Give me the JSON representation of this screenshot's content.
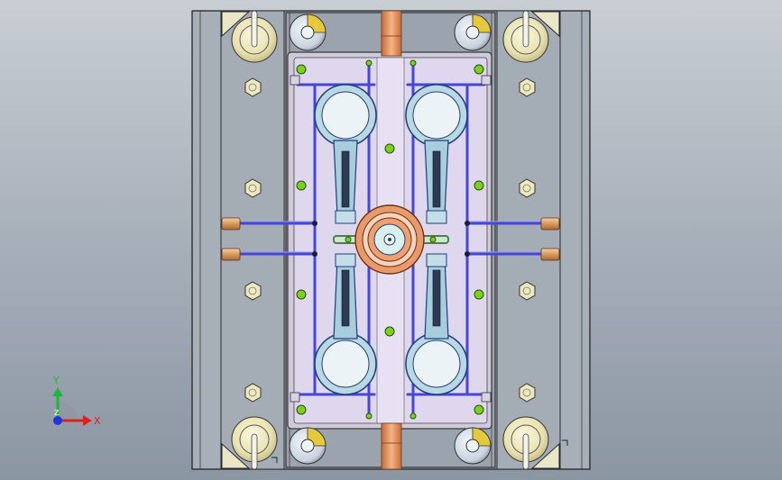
{
  "viewport": {
    "background_top": "#c9ced4",
    "background_bottom": "#8b96a3"
  },
  "triad": {
    "x_label": "X",
    "y_label": "Y",
    "z_label": "Z",
    "x_color": "#e0201b",
    "y_color": "#1fb83a",
    "z_color": "#2233dd"
  },
  "colors": {
    "frame": "#a7afb9",
    "frame_edge": "#1a1a1a",
    "cavity_plate": "#ded7ee",
    "cooling_line": "#4646d8",
    "sprue": "#e5935f",
    "bolt_face": "#f2edc4",
    "guide_pin": "#d9e2ec",
    "green_dot": "#7ad21a"
  },
  "icons": {
    "triad": "coordinate-triad-icon",
    "corner_mark": "view-corner-mark-icon"
  }
}
